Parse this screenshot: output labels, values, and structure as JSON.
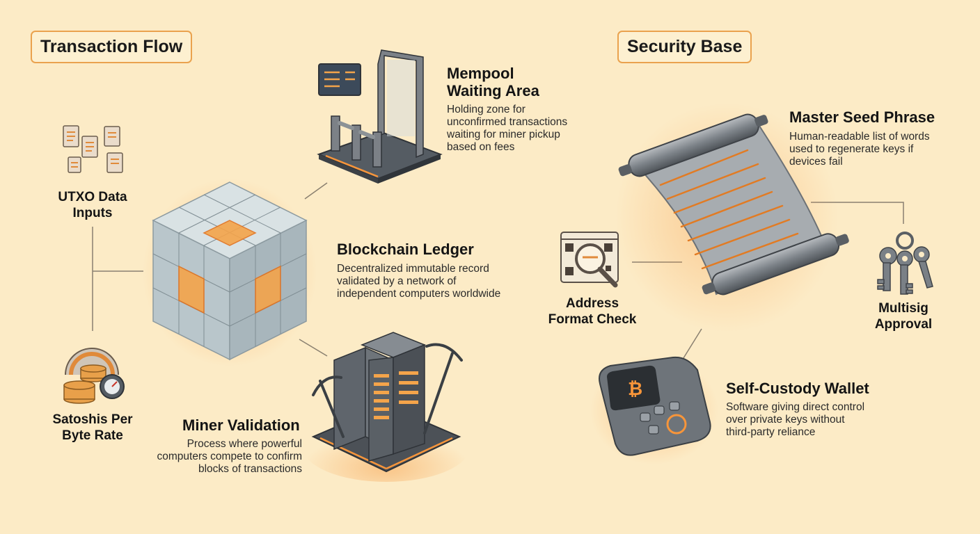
{
  "sections": {
    "left_title": "Transaction Flow",
    "right_title": "Security Base"
  },
  "nodes": {
    "mempool": {
      "title_line1": "Mempool",
      "title_line2": "Waiting Area",
      "desc_line1": "Holding zone for",
      "desc_line2": "unconfirmed transactions",
      "desc_line3": "waiting for miner pickup",
      "desc_line4": "based on fees"
    },
    "utxo": {
      "title_line1": "UTXO Data",
      "title_line2": "Inputs"
    },
    "blockchain": {
      "title": "Blockchain Ledger",
      "desc_line1": "Decentralized immutable record",
      "desc_line2": "validated by a network of",
      "desc_line3": "independent computers worldwide"
    },
    "satoshis": {
      "title_line1": "Satoshis Per",
      "title_line2": "Byte Rate"
    },
    "miner": {
      "title": "Miner Validation",
      "desc_line1": "Process where powerful",
      "desc_line2": "computers compete to confirm",
      "desc_line3": "blocks of transactions"
    },
    "seed": {
      "title": "Master Seed Phrase",
      "desc_line1": "Human-readable list of words",
      "desc_line2": "used to regenerate keys if",
      "desc_line3": "devices fail"
    },
    "address": {
      "title_line1": "Address",
      "title_line2": "Format Check"
    },
    "multisig": {
      "title_line1": "Multisig",
      "title_line2": "Approval"
    },
    "wallet": {
      "title": "Self-Custody Wallet",
      "desc_line1": "Software giving direct control",
      "desc_line2": "over private keys without",
      "desc_line3": "third-party reliance"
    }
  },
  "colors": {
    "background": "#fcebc6",
    "accent": "#eaa24e",
    "glow": "#f7953a",
    "connector": "#8a8070"
  },
  "icons": {
    "utxo": "documents-icon",
    "mempool": "turnstile-gates-icon",
    "blockchain": "glass-cube-icon",
    "satoshis": "coins-gauge-icon",
    "miner": "server-pickaxe-icon",
    "seed": "scroll-icon",
    "address": "magnifier-qr-icon",
    "multisig": "keys-icon",
    "wallet": "hardware-wallet-icon"
  }
}
